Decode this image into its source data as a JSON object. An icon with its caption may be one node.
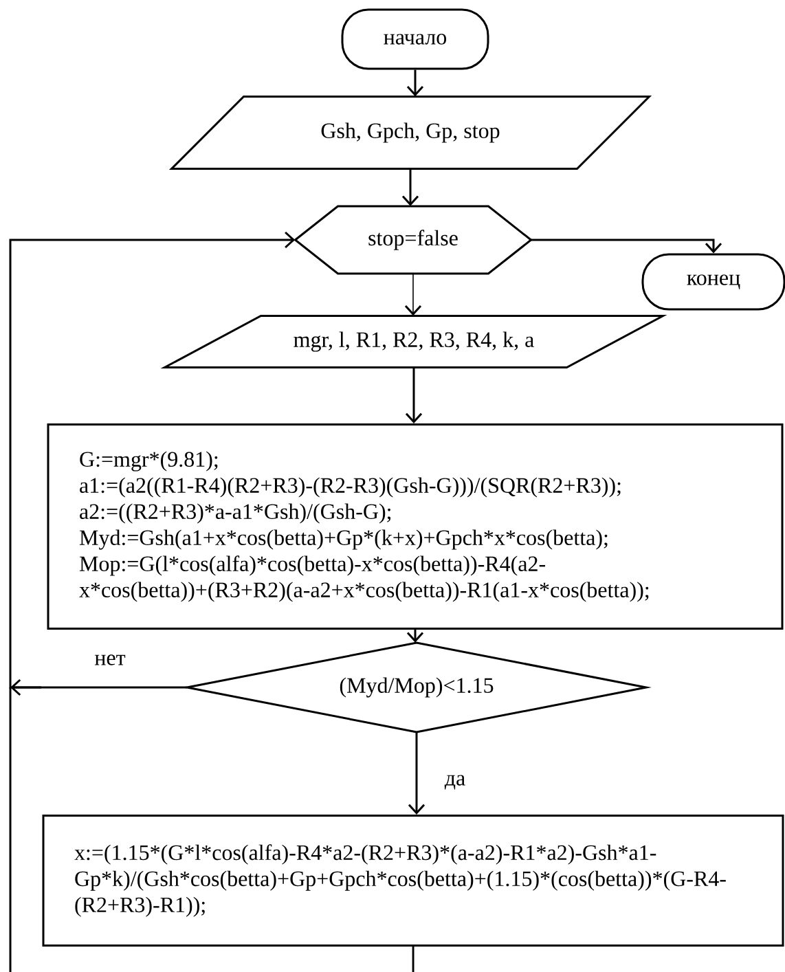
{
  "diagram": {
    "nodes": [
      {
        "text": [
          "начало"
        ]
      },
      {
        "text": [
          "Gsh, Gpch, Gp, stop"
        ]
      },
      {
        "text": [
          "stop=false"
        ]
      },
      {
        "text": [
          "конец"
        ]
      },
      {
        "text": [
          "mgr, l, R1, R2, R3, R4, k, a"
        ]
      },
      {
        "text": [
          "G:=mgr*(9.81);",
          "a1:=(a2((R1-R4)(R2+R3)-(R2-R3)(Gsh-G)))/(SQR(R2+R3));",
          "a2:=((R2+R3)*a-a1*Gsh)/(Gsh-G);",
          "Myd:=Gsh(a1+x*cos(betta)+Gp*(k+x)+Gpch*x*cos(betta);",
          "Mop:=G(l*cos(alfa)*cos(betta)-x*cos(betta))-R4(a2- x*cos(betta))+(R3+R2)(a-a2+x*cos(betta))-R1(a1-x*cos(betta));"
        ]
      },
      {
        "text": [
          "(Myd/Mop)<1.15"
        ]
      },
      {
        "text": [
          "x:=(1.15*(G*l*cos(alfa)-R4*a2-(R2+R3)*(a-a2)-R1*a2)-Gsh*a1- Gp*k)/(Gsh*cos(betta)+Gp+Gpch*cos(betta)+(1.15)*(cos(betta))*(G-R4- (R2+R3)-R1));"
        ]
      }
    ],
    "edges": [
      {
        "from": 0,
        "to": 1,
        "arrow": "to"
      },
      {
        "from": 1,
        "to": 2,
        "arrow": "to"
      },
      {
        "from": 2,
        "to": 3,
        "arrow": "to"
      },
      {
        "from": 2,
        "to": 4,
        "arrow": "to"
      },
      {
        "from": 4,
        "to": 5,
        "arrow": "to"
      },
      {
        "from": 5,
        "to": 6,
        "arrow": "to"
      },
      {
        "from": 6,
        "to": 2,
        "arrow": "to",
        "label": "нет"
      },
      {
        "from": 6,
        "to": 7,
        "arrow": "to",
        "label": "да"
      },
      {
        "from": 7,
        "to": null,
        "arrow": "none"
      }
    ]
  }
}
